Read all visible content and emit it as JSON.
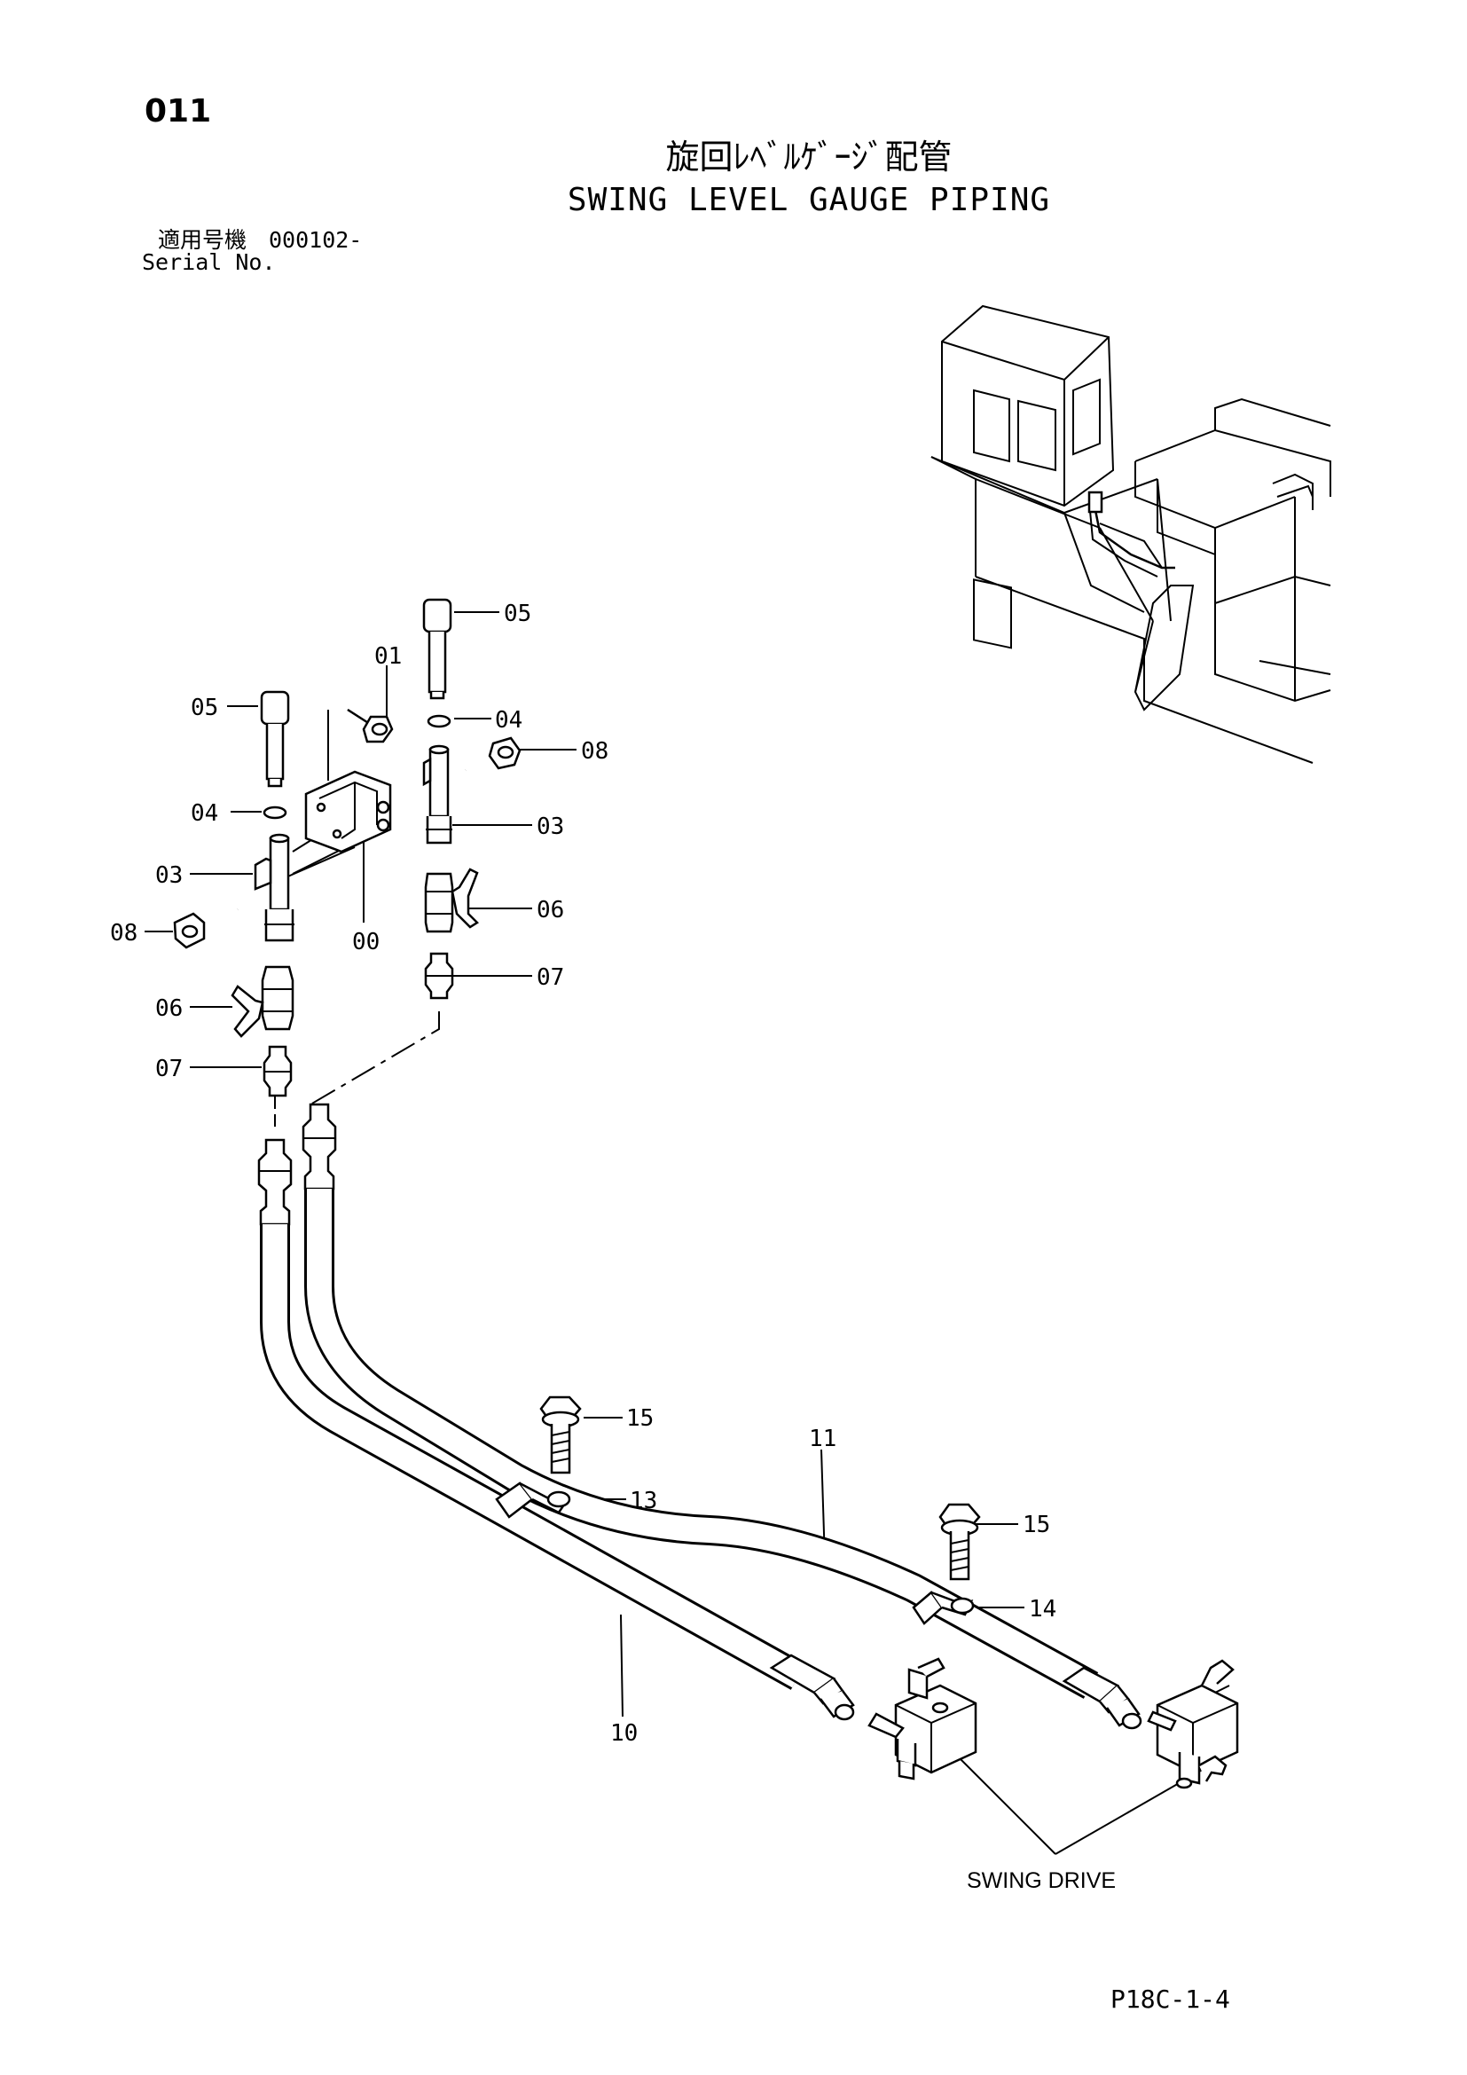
{
  "header": {
    "page_number": "011",
    "title_ja": "旋回ﾚﾍﾞﾙｹﾞｰｼﾞ配管",
    "title_en": "SWING LEVEL GAUGE PIPING",
    "serial_label_ja": "適用号機　000102-",
    "serial_label_en": "Serial No."
  },
  "callouts": {
    "c00": "00",
    "c01": "01",
    "c03a": "03",
    "c03b": "03",
    "c04a": "04",
    "c04b": "04",
    "c05a": "05",
    "c05b": "05",
    "c06a": "06",
    "c06b": "06",
    "c07a": "07",
    "c07b": "07",
    "c08a": "08",
    "c08b": "08",
    "c10": "10",
    "c11": "11",
    "c13": "13",
    "c14": "14",
    "c15a": "15",
    "c15b": "15"
  },
  "annotations": {
    "swing_drive": "SWING DRIVE"
  },
  "footer": {
    "page_code": "P18C-1-4"
  }
}
